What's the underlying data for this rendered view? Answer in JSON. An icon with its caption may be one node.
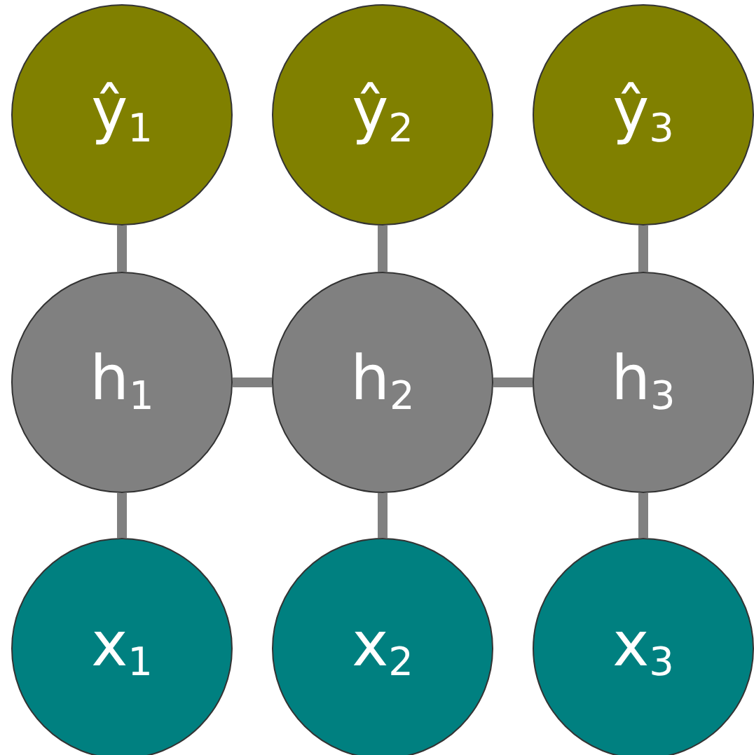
{
  "diagram": {
    "nodes": [
      {
        "text": [
          "ŷ$_{1}$"
        ]
      },
      {
        "text": [
          "ŷ$_{2}$"
        ]
      },
      {
        "text": [
          "ŷ$_{3}$"
        ]
      },
      {
        "text": [
          "h$_{1}$"
        ]
      },
      {
        "text": [
          "h$_{2}$"
        ]
      },
      {
        "text": [
          "h$_{3}$"
        ]
      },
      {
        "text": [
          "x$_{1}$"
        ]
      },
      {
        "text": [
          "x$_{2}$"
        ]
      },
      {
        "text": [
          "x$_{3}$"
        ]
      }
    ],
    "edges": [
      {
        "from": 3,
        "to": 0,
        "arrow": "none"
      },
      {
        "from": 4,
        "to": 1,
        "arrow": "none"
      },
      {
        "from": 5,
        "to": 2,
        "arrow": "none"
      },
      {
        "from": 3,
        "to": 4,
        "arrow": "none"
      },
      {
        "from": 4,
        "to": 5,
        "arrow": "none"
      },
      {
        "from": 6,
        "to": 3,
        "arrow": "none"
      },
      {
        "from": 7,
        "to": 4,
        "arrow": "none"
      },
      {
        "from": 8,
        "to": 5,
        "arrow": "none"
      }
    ]
  }
}
